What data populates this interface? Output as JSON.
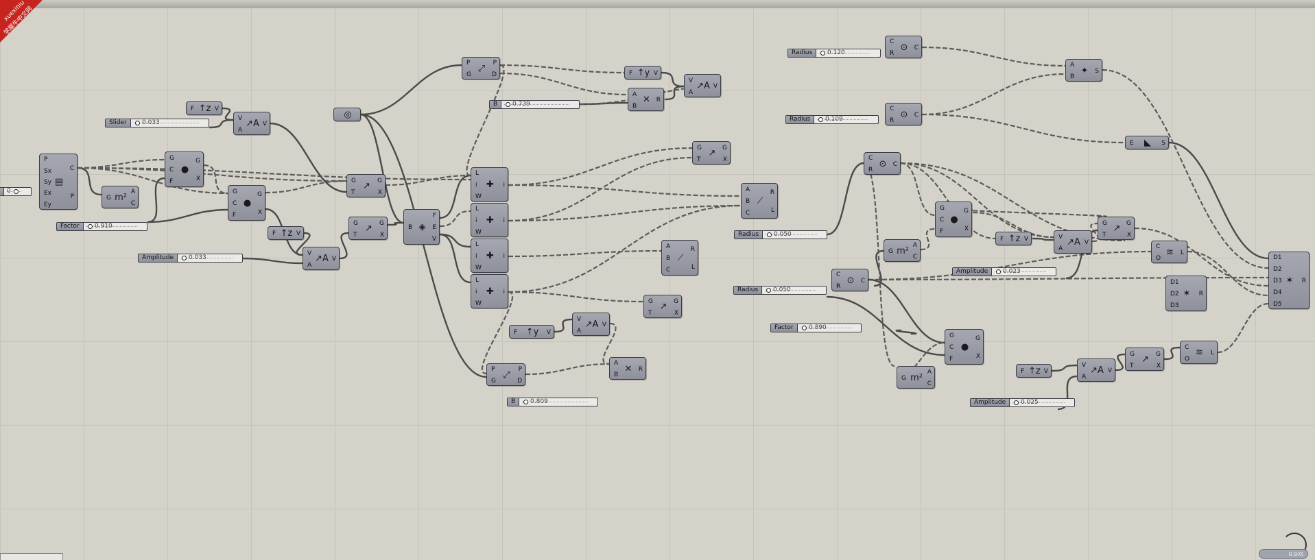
{
  "watermark": {
    "line1": "xuexiniu",
    "line2": "学犀牛中文网",
    "color": "#c8241f"
  },
  "canvas": {
    "bg": "#d5d2ca",
    "grid": "#c6c3bb"
  },
  "sliders": [
    {
      "label": "Slider",
      "value": "0.033"
    },
    {
      "label": "Factor",
      "value": "0.910"
    },
    {
      "label": "Amplitude",
      "value": "0.033"
    },
    {
      "label": "B",
      "value": "0.739"
    },
    {
      "label": "B",
      "value": "0.809"
    },
    {
      "label": "Radius",
      "value": "0.120"
    },
    {
      "label": "Radius",
      "value": "0.109"
    },
    {
      "label": "Radius",
      "value": "0.050"
    },
    {
      "label": "Radius",
      "value": "0.050"
    },
    {
      "label": "Factor",
      "value": "0.890"
    },
    {
      "label": "Amplitude",
      "value": "0.023"
    },
    {
      "label": "Amplitude",
      "value": "0.025"
    },
    {
      "label": "",
      "value": "0"
    }
  ],
  "components": [
    {
      "name": "rectangle",
      "icon": "rectangle-icon",
      "glyph": "▤",
      "in": [
        "P",
        "Sx",
        "Sy",
        "Ex",
        "Ey"
      ],
      "out": [
        "C",
        "P"
      ]
    },
    {
      "name": "area",
      "icon": "area-icon",
      "glyph": "m²",
      "in": [
        "G"
      ],
      "out": [
        "A",
        "C"
      ]
    },
    {
      "name": "scale-1",
      "icon": "scale-icon",
      "glyph": "●",
      "in": [
        "G",
        "C",
        "F"
      ],
      "out": [
        "G",
        "X"
      ]
    },
    {
      "name": "scale-2",
      "icon": "scale-icon",
      "glyph": "●",
      "in": [
        "G",
        "C",
        "F"
      ],
      "out": [
        "G",
        "X"
      ]
    },
    {
      "name": "unit-z-1",
      "icon": "unit-z-icon",
      "glyph": "↑z",
      "in": [
        "F"
      ],
      "out": [
        "V"
      ]
    },
    {
      "name": "amplitude-1",
      "icon": "amplitude-icon",
      "glyph": "↗A",
      "in": [
        "V",
        "A"
      ],
      "out": [
        "V"
      ]
    },
    {
      "name": "unit-z-2",
      "icon": "unit-z-icon",
      "glyph": "↑z",
      "in": [
        "F"
      ],
      "out": [
        "V"
      ]
    },
    {
      "name": "amplitude-2",
      "icon": "amplitude-icon",
      "glyph": "↗A",
      "in": [
        "V",
        "A"
      ],
      "out": [
        "V"
      ]
    },
    {
      "name": "move-1",
      "icon": "move-icon",
      "glyph": "↗",
      "in": [
        "G",
        "T"
      ],
      "out": [
        "G",
        "X"
      ]
    },
    {
      "name": "move-2",
      "icon": "move-icon",
      "glyph": "↗",
      "in": [
        "G",
        "T"
      ],
      "out": [
        "G",
        "X"
      ]
    },
    {
      "name": "brep-param",
      "icon": "brep-icon",
      "glyph": "◎",
      "in": [],
      "out": []
    },
    {
      "name": "deconstruct-brep",
      "icon": "deconstruct-brep-icon",
      "glyph": "◈",
      "in": [
        "B"
      ],
      "out": [
        "F",
        "E",
        "V"
      ]
    },
    {
      "name": "evaluate-curve-1",
      "icon": "evaluate-curve-icon",
      "glyph": "⤢",
      "in": [
        "P",
        "G"
      ],
      "out": [
        "P",
        "D"
      ]
    },
    {
      "name": "unit-y-1",
      "icon": "unit-y-icon",
      "glyph": "↑y",
      "in": [
        "F"
      ],
      "out": [
        "V"
      ]
    },
    {
      "name": "multiply-1",
      "icon": "multiply-icon",
      "glyph": "✕",
      "in": [
        "A",
        "B"
      ],
      "out": [
        "R"
      ]
    },
    {
      "name": "amplitude-3",
      "icon": "amplitude-icon",
      "glyph": "↗A",
      "in": [
        "V",
        "A"
      ],
      "out": [
        "V"
      ]
    },
    {
      "name": "list-item-1",
      "icon": "list-item-icon",
      "glyph": "✚",
      "in": [
        "L",
        "i",
        "W"
      ],
      "out": [
        "i"
      ]
    },
    {
      "name": "list-item-2",
      "icon": "list-item-icon",
      "glyph": "✚",
      "in": [
        "L",
        "i",
        "W"
      ],
      "out": [
        "i"
      ]
    },
    {
      "name": "list-item-3",
      "icon": "list-item-icon",
      "glyph": "✚",
      "in": [
        "L",
        "i",
        "W"
      ],
      "out": [
        "i"
      ]
    },
    {
      "name": "list-item-4",
      "icon": "list-item-icon",
      "glyph": "✚",
      "in": [
        "L",
        "i",
        "W"
      ],
      "out": [
        "i"
      ]
    },
    {
      "name": "move-3",
      "icon": "move-icon",
      "glyph": "↗",
      "in": [
        "G",
        "T"
      ],
      "out": [
        "G",
        "X"
      ]
    },
    {
      "name": "line-1",
      "icon": "line-icon",
      "glyph": "⟋",
      "in": [
        "A",
        "B",
        "C"
      ],
      "out": [
        "R",
        "L"
      ]
    },
    {
      "name": "line-2",
      "icon": "line-icon",
      "glyph": "⟋",
      "in": [
        "A",
        "B",
        "C"
      ],
      "out": [
        "R",
        "L"
      ]
    },
    {
      "name": "move-4",
      "icon": "move-icon",
      "glyph": "↗",
      "in": [
        "G",
        "T"
      ],
      "out": [
        "G",
        "X"
      ]
    },
    {
      "name": "unit-y-2",
      "icon": "unit-y-icon",
      "glyph": "↑y",
      "in": [
        "F"
      ],
      "out": [
        "V"
      ]
    },
    {
      "name": "amplitude-4",
      "icon": "amplitude-icon",
      "glyph": "↗A",
      "in": [
        "V",
        "A"
      ],
      "out": [
        "V"
      ]
    },
    {
      "name": "evaluate-curve-2",
      "icon": "evaluate-curve-icon",
      "glyph": "⤢",
      "in": [
        "P",
        "G"
      ],
      "out": [
        "P",
        "D"
      ]
    },
    {
      "name": "multiply-2",
      "icon": "multiply-icon",
      "glyph": "✕",
      "in": [
        "A",
        "B"
      ],
      "out": [
        "R"
      ]
    },
    {
      "name": "circle-1",
      "icon": "circle-icon",
      "glyph": "⊙",
      "in": [
        "C",
        "R"
      ],
      "out": [
        "C"
      ]
    },
    {
      "name": "circle-2",
      "icon": "circle-icon",
      "glyph": "⊙",
      "in": [
        "C",
        "R"
      ],
      "out": [
        "C"
      ]
    },
    {
      "name": "ruled-surface",
      "icon": "ruled-surface-icon",
      "glyph": "✦",
      "in": [
        "A",
        "B"
      ],
      "out": [
        "S"
      ]
    },
    {
      "name": "extrude",
      "icon": "extrude-icon",
      "glyph": "◣",
      "in": [
        "E"
      ],
      "out": [
        "S"
      ]
    },
    {
      "name": "circle-3",
      "icon": "circle-icon",
      "glyph": "⊙",
      "in": [
        "C",
        "R"
      ],
      "out": [
        "C"
      ]
    },
    {
      "name": "scale-3",
      "icon": "scale-icon",
      "glyph": "●",
      "in": [
        "G",
        "C",
        "F"
      ],
      "out": [
        "G",
        "X"
      ]
    },
    {
      "name": "area-2",
      "icon": "area-icon",
      "glyph": "m²",
      "in": [
        "G"
      ],
      "out": [
        "A",
        "C"
      ]
    },
    {
      "name": "unit-z-3",
      "icon": "unit-z-icon",
      "glyph": "↑z",
      "in": [
        "F"
      ],
      "out": [
        "V"
      ]
    },
    {
      "name": "amplitude-5",
      "icon": "amplitude-icon",
      "glyph": "↗A",
      "in": [
        "V",
        "A"
      ],
      "out": [
        "V"
      ]
    },
    {
      "name": "move-5",
      "icon": "move-icon",
      "glyph": "↗",
      "in": [
        "G",
        "T"
      ],
      "out": [
        "G",
        "X"
      ]
    },
    {
      "name": "loft-1",
      "icon": "loft-icon",
      "glyph": "≋",
      "in": [
        "C",
        "O"
      ],
      "out": [
        "L"
      ]
    },
    {
      "name": "circle-4",
      "icon": "circle-icon",
      "glyph": "⊙",
      "in": [
        "C",
        "R"
      ],
      "out": [
        "C"
      ]
    },
    {
      "name": "merge-1",
      "icon": "merge-icon",
      "glyph": "✶",
      "in": [
        "D1",
        "D2",
        "D3"
      ],
      "out": [
        "R"
      ]
    },
    {
      "name": "scale-4",
      "icon": "scale-icon",
      "glyph": "●",
      "in": [
        "G",
        "C",
        "F"
      ],
      "out": [
        "G",
        "X"
      ]
    },
    {
      "name": "area-3",
      "icon": "area-icon",
      "glyph": "m²",
      "in": [
        "G"
      ],
      "out": [
        "A",
        "C"
      ]
    },
    {
      "name": "unit-z-4",
      "icon": "unit-z-icon",
      "glyph": "↑z",
      "in": [
        "F"
      ],
      "out": [
        "V"
      ]
    },
    {
      "name": "amplitude-6",
      "icon": "amplitude-icon",
      "glyph": "↗A",
      "in": [
        "V",
        "A"
      ],
      "out": [
        "V"
      ]
    },
    {
      "name": "move-6",
      "icon": "move-icon",
      "glyph": "↗",
      "in": [
        "G",
        "T"
      ],
      "out": [
        "G",
        "X"
      ]
    },
    {
      "name": "loft-2",
      "icon": "loft-icon",
      "glyph": "≋",
      "in": [
        "C",
        "O"
      ],
      "out": [
        "L"
      ]
    },
    {
      "name": "merge-2",
      "icon": "merge-icon",
      "glyph": "✶",
      "in": [
        "D1",
        "D2",
        "D3",
        "D4",
        "D5"
      ],
      "out": [
        "R"
      ]
    }
  ],
  "zoom": {
    "label": "0.9Xt"
  }
}
